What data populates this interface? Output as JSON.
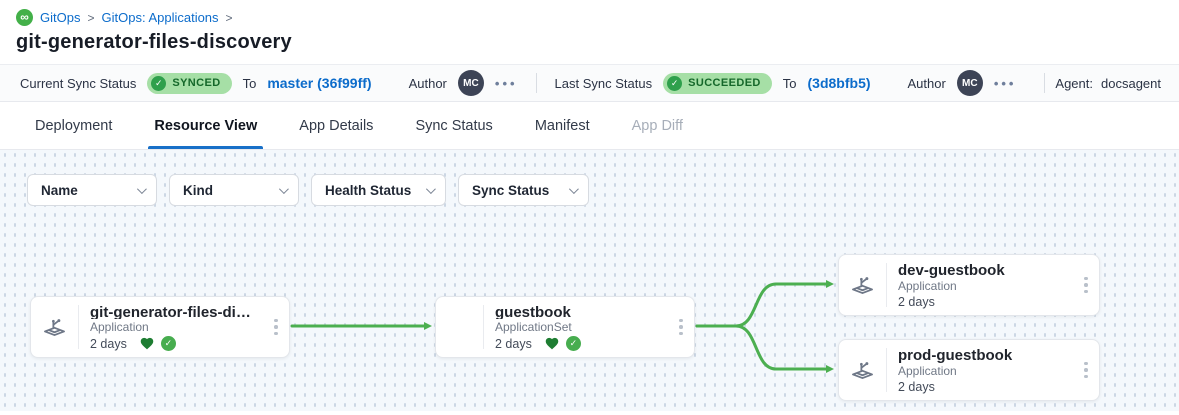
{
  "colors": {
    "accent_blue": "#1870c8",
    "link_blue": "#0c6ccb",
    "edge_green": "#4caf50",
    "badge_bg": "#a6dfa6",
    "badge_text": "#15682a",
    "heart_green": "#1e7d32",
    "canvas_bg": "#f4f8fc"
  },
  "breadcrumb": {
    "separator": ">",
    "items": [
      {
        "label": "GitOps"
      },
      {
        "label": "GitOps: Applications"
      }
    ]
  },
  "page_title": "git-generator-files-discovery",
  "status_bar": {
    "current_sync": {
      "label": "Current Sync Status",
      "badge": "SYNCED",
      "badge_check": "✓",
      "to_label": "To",
      "revision": "master (36f99ff)",
      "author_label": "Author",
      "avatar_initials": "MC",
      "menu": "•••"
    },
    "last_sync": {
      "label": "Last Sync Status",
      "badge": "SUCCEEDED",
      "badge_check": "✓",
      "to_label": "To",
      "revision": "(3d8bfb5)",
      "author_label": "Author",
      "avatar_initials": "MC",
      "menu": "•••"
    },
    "agent_label": "Agent:",
    "agent_value": "docsagent"
  },
  "tabs": [
    {
      "label": "Deployment",
      "state": "normal"
    },
    {
      "label": "Resource View",
      "state": "active"
    },
    {
      "label": "App Details",
      "state": "normal"
    },
    {
      "label": "Sync Status",
      "state": "normal"
    },
    {
      "label": "Manifest",
      "state": "normal"
    },
    {
      "label": "App Diff",
      "state": "disabled"
    }
  ],
  "filters": [
    {
      "label": "Name"
    },
    {
      "label": "Kind"
    },
    {
      "label": "Health Status"
    },
    {
      "label": "Sync Status"
    }
  ],
  "graph": {
    "nodes": [
      {
        "title": "git-generator-files-disco...",
        "kind": "Application",
        "age": "2 days",
        "healthy": true,
        "synced": true,
        "health_check": "✓"
      },
      {
        "title": "guestbook",
        "kind": "ApplicationSet",
        "age": "2 days",
        "healthy": true,
        "synced": true,
        "health_check": "✓"
      },
      {
        "title": "dev-guestbook",
        "kind": "Application",
        "age": "2 days",
        "healthy": false,
        "synced": false
      },
      {
        "title": "prod-guestbook",
        "kind": "Application",
        "age": "2 days",
        "healthy": false,
        "synced": false
      }
    ],
    "edges": [
      {
        "from": "git-generator-files-discovery",
        "to": "guestbook"
      },
      {
        "from": "guestbook",
        "to": "dev-guestbook"
      },
      {
        "from": "guestbook",
        "to": "prod-guestbook"
      }
    ]
  }
}
